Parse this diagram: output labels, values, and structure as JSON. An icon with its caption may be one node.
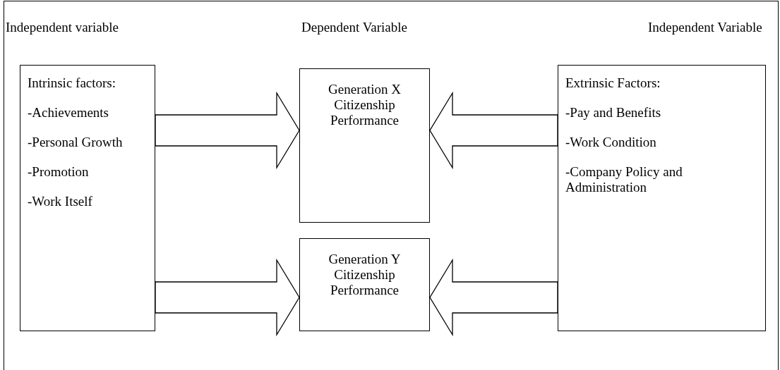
{
  "diagram": {
    "nodes": [
      {
        "text": [
          "Intrinsic factors:",
          "-Achievements",
          "-Personal Growth",
          "-Promotion",
          "-Work Itself"
        ]
      },
      {
        "text": [
          "Generation X Citizenship Performance"
        ]
      },
      {
        "text": [
          "Generation Y Citizenship Performance"
        ]
      },
      {
        "text": [
          "Extrinsic Factors:",
          "-Pay and Benefits",
          "-Work Condition",
          "-Company Policy and Administration"
        ]
      }
    ],
    "edges": [
      {
        "from": 0,
        "to": 1,
        "arrow": "to"
      },
      {
        "from": 0,
        "to": 2,
        "arrow": "to"
      },
      {
        "from": 3,
        "to": 1,
        "arrow": "to"
      },
      {
        "from": 3,
        "to": 2,
        "arrow": "to"
      }
    ],
    "labels": [
      "Independent variable",
      "Dependent Variable",
      "Independent Variable"
    ]
  }
}
